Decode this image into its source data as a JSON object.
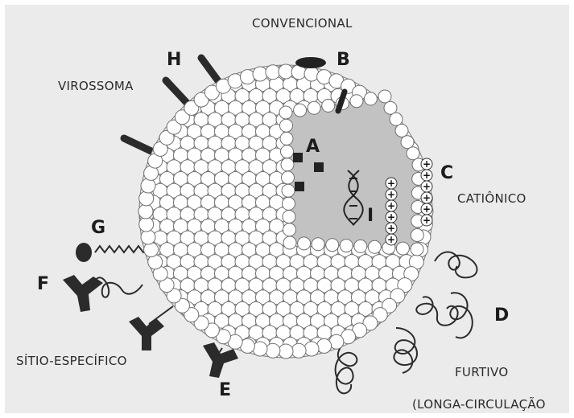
{
  "labels": {
    "convencional": "CONVENCIONAL",
    "virossoma": "VIROSSOMA",
    "cationico": "CATIÔNICO",
    "sitio_especifico": "SÍTIO-ESPECÍFICO",
    "furtivo": "FURTIVO",
    "longa_circulacao": "(LONGA-CIRCULAÇÃO"
  },
  "letters": {
    "A": "A",
    "B": "B",
    "C": "C",
    "D": "D",
    "E": "E",
    "F": "F",
    "G": "G",
    "H": "H",
    "I": "I"
  },
  "colors": {
    "background": "#ebebeb",
    "bead_fill": "#ffffff",
    "bead_stroke": "#6f6f6f",
    "core_fill": "#c2c2c2",
    "dark": "#2b2b2b",
    "text": "#222222"
  },
  "charges": [
    "+",
    "+",
    "+",
    "+",
    "+",
    "+",
    "+",
    "+",
    "+",
    "+",
    "+",
    "+"
  ]
}
